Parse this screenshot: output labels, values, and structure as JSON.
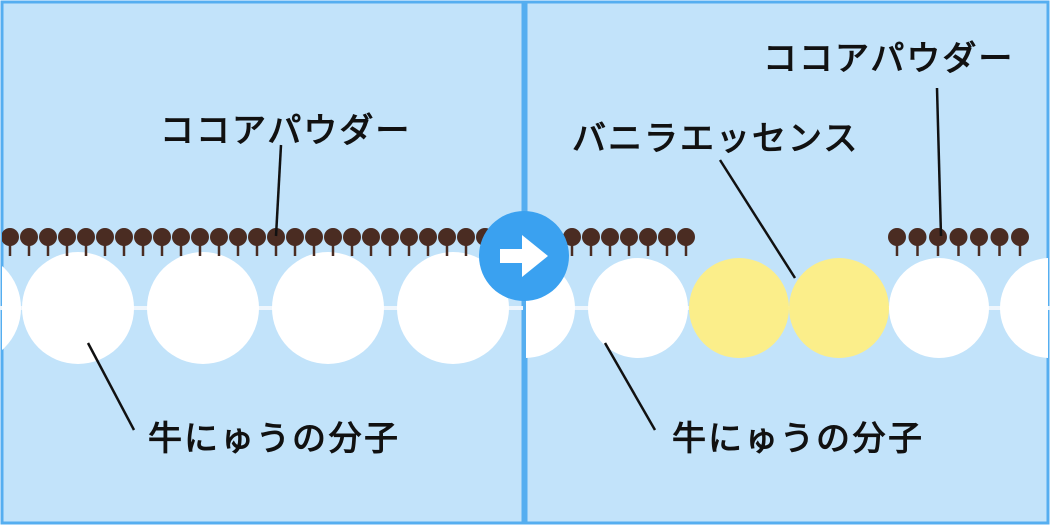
{
  "colors": {
    "background": "#c2e3fa",
    "panel_border": "#55aef0",
    "milk_molecule": "#ffffff",
    "vanilla_molecule": "#fbee8a",
    "cocoa_particle": "#4a2c22",
    "arrow_circle": "#3aa1f0",
    "arrow": "#ffffff"
  },
  "left_panel": {
    "cocoa_label": "ココアパウダー",
    "milk_label": "牛にゅうの分子"
  },
  "right_panel": {
    "cocoa_label": "ココアパウダー",
    "vanilla_label": "バニラエッセンス",
    "milk_label": "牛にゅうの分子"
  },
  "arrow_icon": "right-arrow-icon"
}
